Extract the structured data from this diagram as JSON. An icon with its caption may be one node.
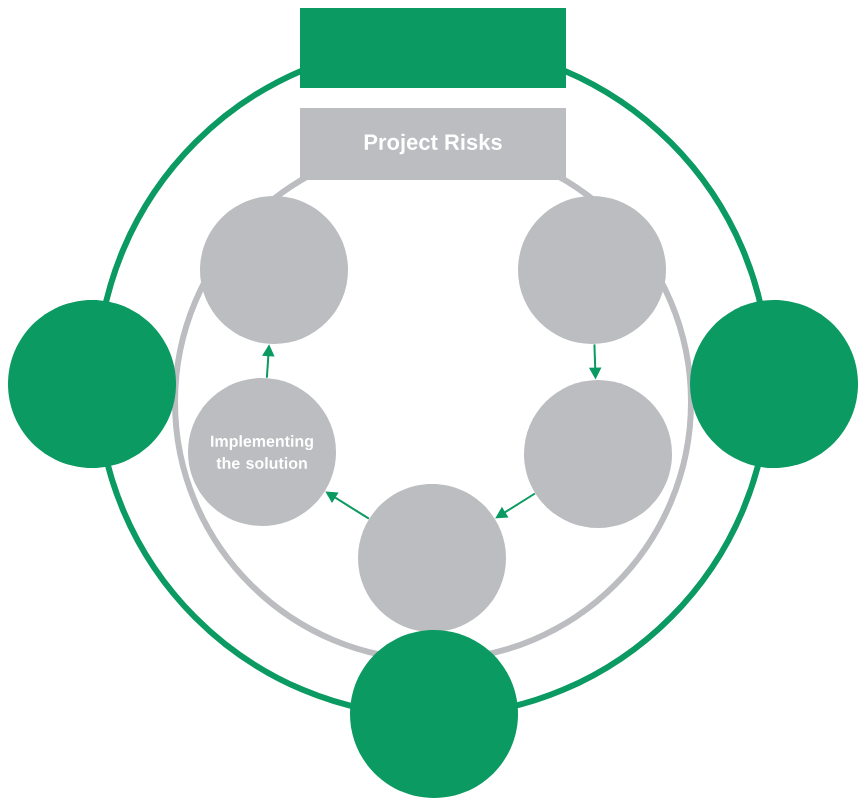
{
  "diagram": {
    "nodes": [
      {
        "text": [],
        "shape": "box"
      },
      {
        "text": [
          "Project Risks"
        ]
      },
      {
        "text": [],
        "shape": "circle"
      },
      {
        "text": [],
        "shape": "circle"
      },
      {
        "text": [],
        "shape": "circle"
      },
      {
        "text": [],
        "shape": "circle"
      },
      {
        "text": [
          "Implementing the solution"
        ]
      },
      {
        "text": [],
        "shape": "circle"
      },
      {
        "text": [],
        "shape": "circle"
      },
      {
        "text": [],
        "shape": "circle"
      }
    ],
    "edges": [
      {
        "from": 6,
        "to": 2,
        "arrow": "to"
      },
      {
        "from": 3,
        "to": 7,
        "arrow": "to"
      },
      {
        "from": 7,
        "to": 8,
        "arrow": "to"
      },
      {
        "from": 8,
        "to": 6,
        "arrow": "to"
      }
    ]
  }
}
